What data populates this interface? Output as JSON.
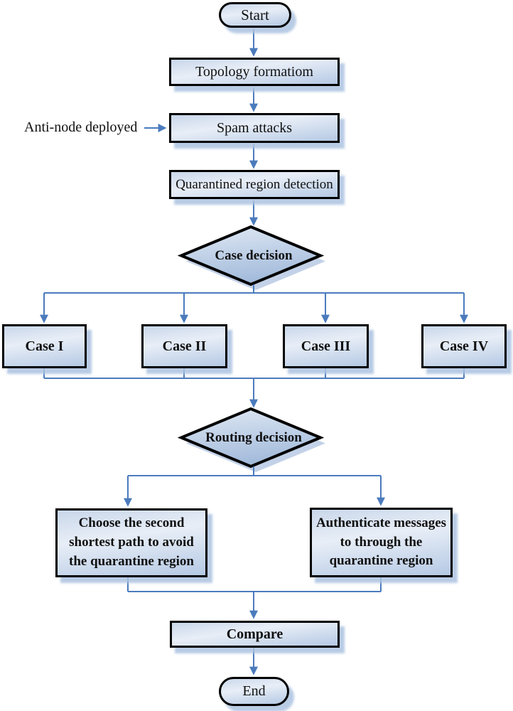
{
  "colors": {
    "line": "#4b7bbd",
    "node_border": "#000000",
    "node_fill_light": "#e8eef7",
    "node_fill_dark": "#b5c9e4",
    "shadow": "#adc3e0",
    "text": "#101010"
  },
  "nodes": {
    "start": {
      "label": "Start"
    },
    "topology": {
      "label": "Topology formatiom"
    },
    "spam": {
      "label": "Spam attacks"
    },
    "quarantine_detect": {
      "label": "Quarantined region detection"
    },
    "case_decision": {
      "label": "Case decision"
    },
    "cases": [
      {
        "label": "Case I"
      },
      {
        "label": "Case II"
      },
      {
        "label": "Case III"
      },
      {
        "label": "Case IV"
      }
    ],
    "routing_decision": {
      "label": "Routing decision"
    },
    "choose_path": {
      "label": "Choose the second\nshortest path to avoid\nthe quarantine region"
    },
    "authenticate": {
      "label": "Authenticate messages\nto through the\nquarantine region"
    },
    "compare": {
      "label": "Compare"
    },
    "end": {
      "label": "End"
    }
  },
  "annotation": {
    "label": "Anti-node deployed"
  }
}
